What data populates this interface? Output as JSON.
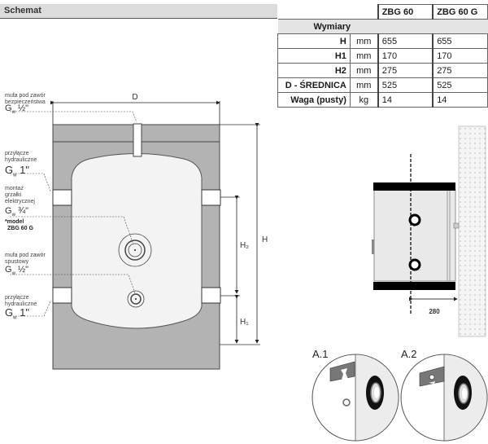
{
  "section": {
    "title": "Schemat"
  },
  "table": {
    "columns": [
      "ZBG 60",
      "ZBG 60 G"
    ],
    "group_label": "Wymiary",
    "rows": [
      {
        "label": "H",
        "unit": "mm",
        "values": [
          "655",
          "655"
        ]
      },
      {
        "label": "H1",
        "unit": "mm",
        "values": [
          "170",
          "170"
        ]
      },
      {
        "label": "H2",
        "unit": "mm",
        "values": [
          "275",
          "275"
        ]
      },
      {
        "label": "D - ŚREDNICA",
        "unit": "mm",
        "values": [
          "525",
          "525"
        ]
      },
      {
        "label": "Waga (pusty)",
        "unit": "kg",
        "values": [
          "14",
          "14"
        ]
      }
    ]
  },
  "callouts": {
    "safety_valve": {
      "line1": "mufa pod zawór",
      "line2": "bezpieczeństwa",
      "thread": "G",
      "sub": "w",
      "size": "½\""
    },
    "hydraulic_top": {
      "line1": "przyłącze",
      "line2": "hydrauliczne",
      "thread": "G",
      "sub": "w",
      "size": "1\""
    },
    "heater": {
      "line1": "montaż",
      "line2": "grzałki",
      "line3": "elektrycznej",
      "thread": "G",
      "sub": "w",
      "size": "¾\""
    },
    "model_note": {
      "line1": "*model",
      "line2": "ZBG 60 G"
    },
    "drain_valve": {
      "line1": "mufa pod zawór",
      "line2": "spustowy",
      "thread": "G",
      "sub": "w",
      "size": "½\""
    },
    "hydraulic_bottom": {
      "line1": "przyłącze",
      "line2": "hydrauliczne",
      "thread": "G",
      "sub": "w",
      "size": "1\""
    }
  },
  "dimensions": {
    "D": "D",
    "H": "H",
    "H2": "H₂",
    "H1": "H₁",
    "wall_distance": "280"
  },
  "details": {
    "a1": "A.1",
    "a2": "A.2"
  },
  "colors": {
    "insulation": "#b3b3b3",
    "tank_body": "#f3f3f3",
    "bands": "#000000",
    "wall": "#f0f0f0"
  }
}
